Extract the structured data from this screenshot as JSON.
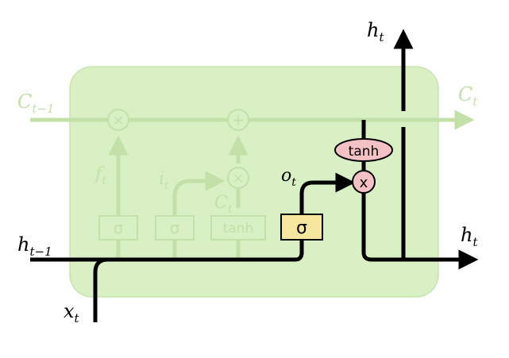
{
  "diagram": {
    "labels": {
      "c_prev": "C",
      "c_prev_sub": "t−1",
      "c_next": "C",
      "c_next_sub": "t",
      "h_prev": "h",
      "h_prev_sub": "t−1",
      "x_in": "x",
      "x_in_sub": "t",
      "f_gate": "f",
      "f_gate_sub": "t",
      "i_gate": "i",
      "i_gate_sub": "t",
      "c_tilde": "C",
      "c_tilde_sub": "t",
      "o_gate": "o",
      "o_gate_sub": "t",
      "h_top": "h",
      "h_top_sub": "t",
      "h_right": "h",
      "h_right_sub": "t"
    },
    "ops": {
      "forget_mult": "×",
      "cell_add": "+",
      "input_mult": "×",
      "output_mult": "x",
      "sigma_forget": "σ",
      "sigma_input": "σ",
      "tanh_candidate": "tanh",
      "sigma_output": "σ",
      "tanh_output": "tanh"
    },
    "colors": {
      "cell_background": "#d9f0c4",
      "faded_green": "#cde6b5",
      "sigma_highlight": "#f5e79e",
      "tanh_pink": "#f4c1c4",
      "line": "#000000"
    }
  }
}
